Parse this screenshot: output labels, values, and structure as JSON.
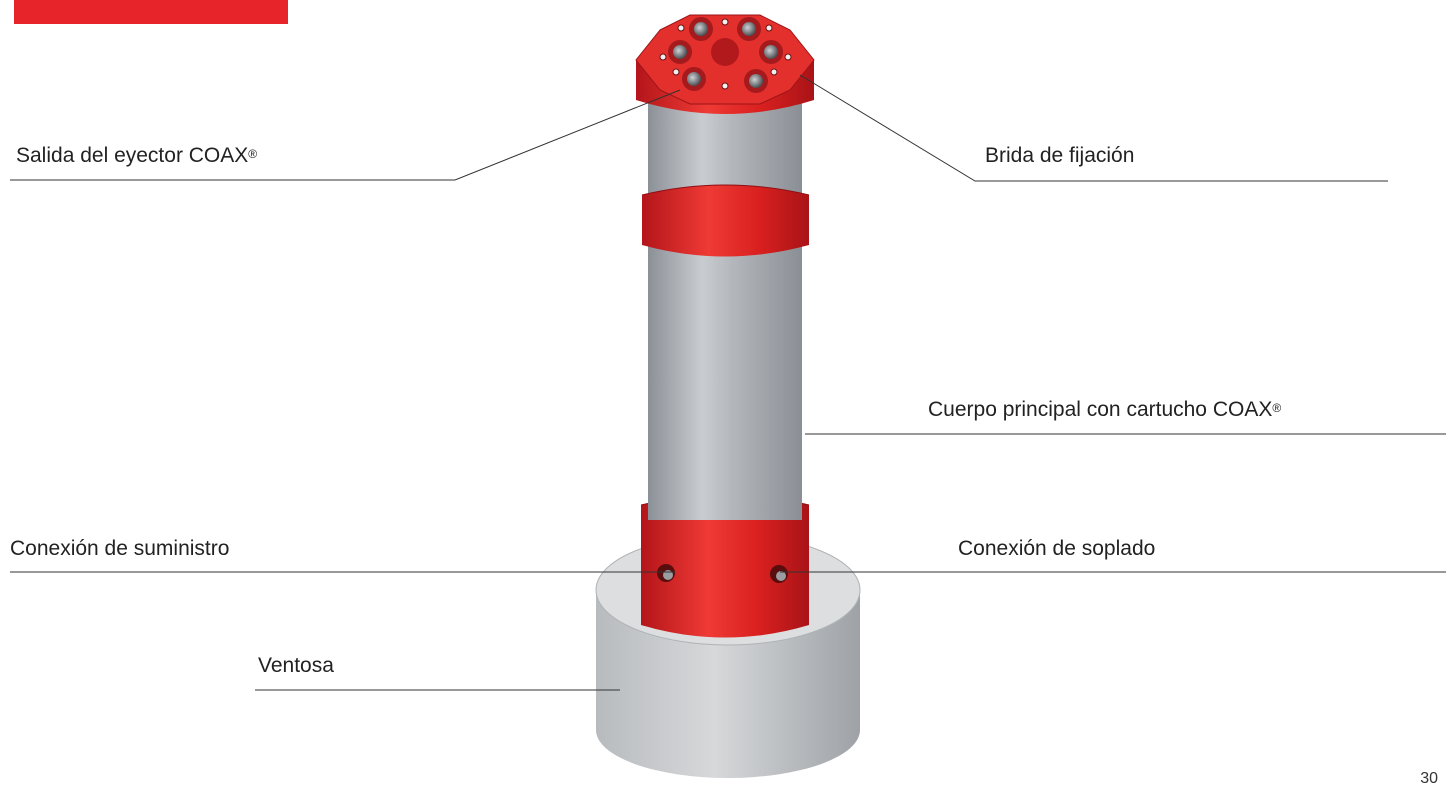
{
  "labels": {
    "salida": {
      "text": "Salida del eyector COAX",
      "mark": "®"
    },
    "brida": {
      "text": "Brida de fijación"
    },
    "cuerpo": {
      "text": "Cuerpo principal con cartucho COAX",
      "mark": "®"
    },
    "suministro": {
      "text": "Conexión de suministro"
    },
    "soplado": {
      "text": "Conexión de soplado"
    },
    "ventosa": {
      "text": "Ventosa"
    }
  },
  "page_number": "30",
  "colors": {
    "accent_red": "#e8242b",
    "flange_red": "#d9201f",
    "body_gray": "#a9aeb4",
    "cup_gray": "#bfc2c5",
    "leader_line": "#333333"
  }
}
